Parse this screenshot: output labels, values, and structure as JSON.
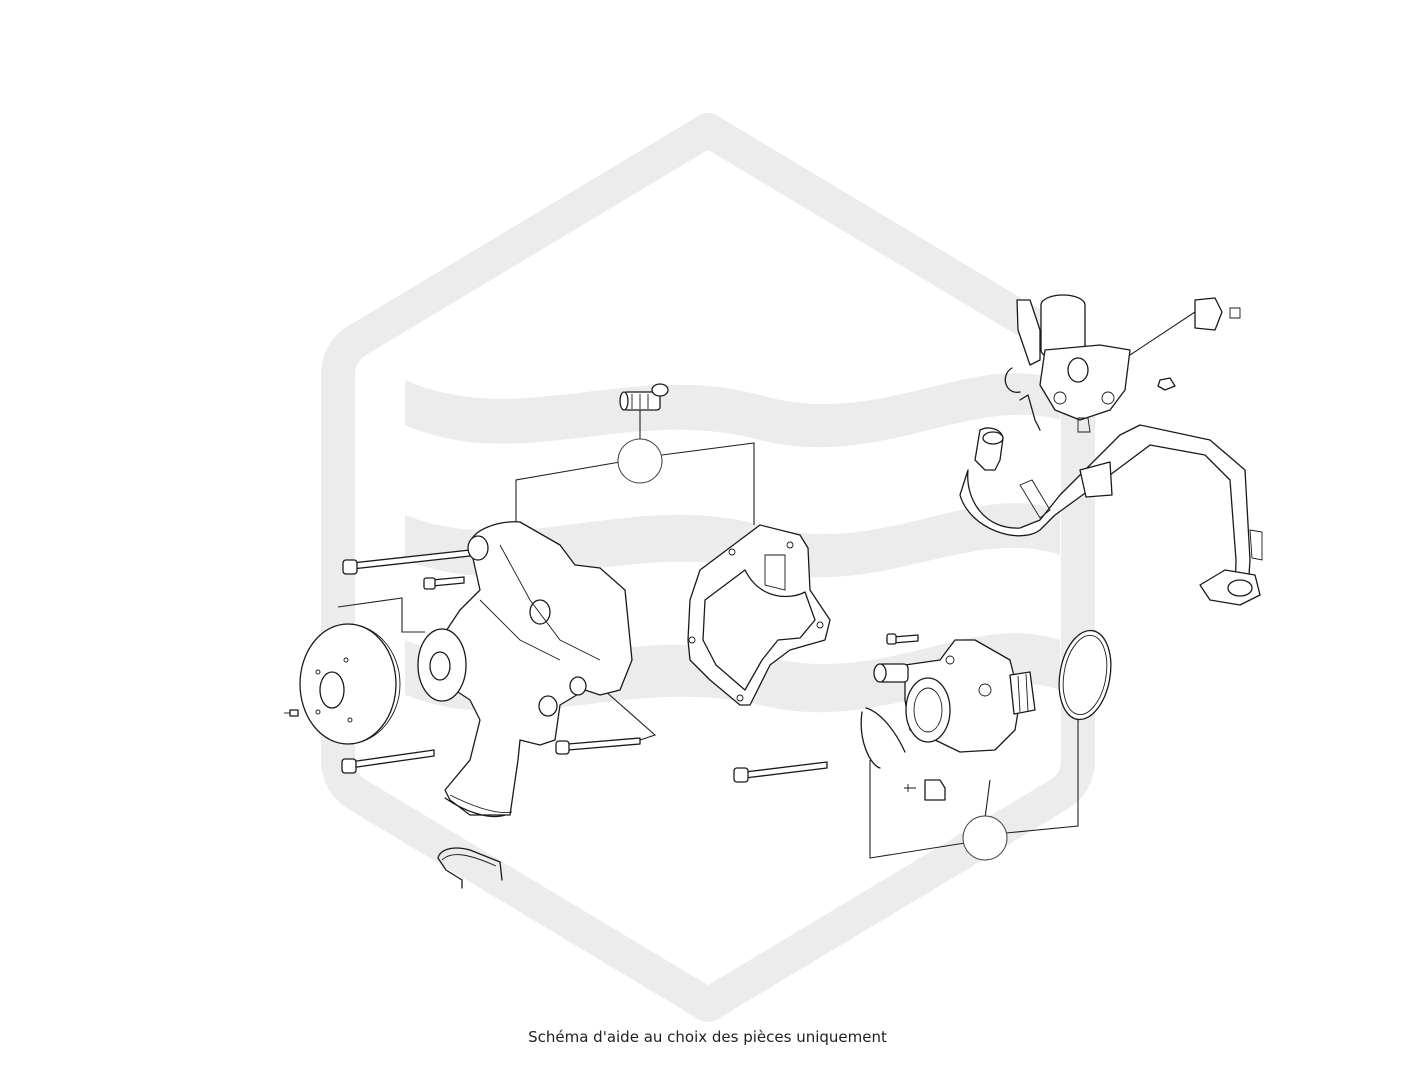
{
  "caption": "Schéma d'aide au choix des pièces uniquement",
  "watermark": {
    "color": "#ececec"
  },
  "callouts": [
    {
      "id": "callout-top-left",
      "label": ""
    },
    {
      "id": "callout-bottom-right",
      "label": ""
    }
  ],
  "parts": [
    "water-pump",
    "pump-gasket",
    "pulley",
    "pump-bolts",
    "dowel-sleeve",
    "retaining-clip",
    "thermostat-housing",
    "thermostat-seal",
    "coolant-pipe",
    "actuator-bracket"
  ]
}
